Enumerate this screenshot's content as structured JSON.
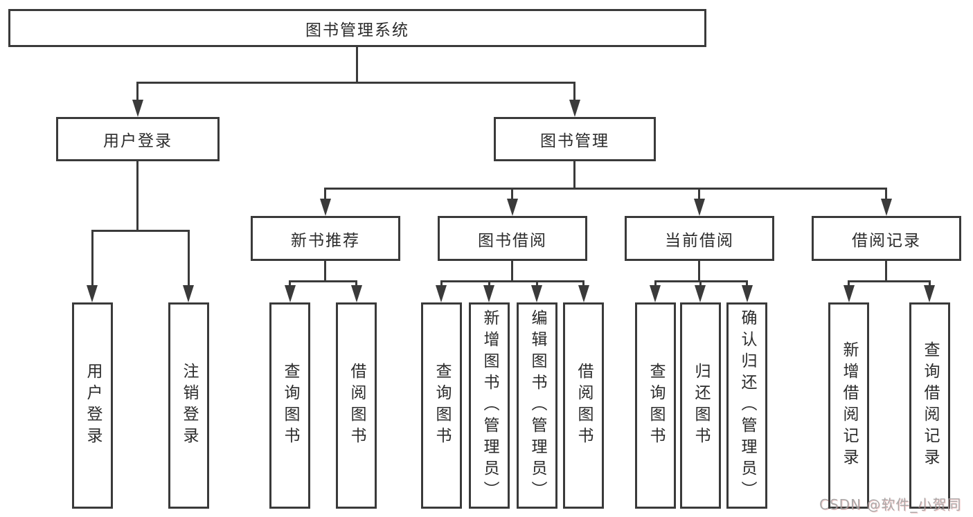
{
  "diagram": {
    "nodes": {
      "root": "图书管理系统",
      "user_login": "用户登录",
      "book_management": "图书管理",
      "new_book_recommend": "新书推荐",
      "book_borrow": "图书借阅",
      "current_borrow": "当前借阅",
      "borrow_records": "借阅记录",
      "leaf_user_login": "用户登录",
      "leaf_logout": "注销登录",
      "leaf_query_book_1": "查询图书",
      "leaf_borrow_book_1": "借阅图书",
      "leaf_query_book_2": "查询图书",
      "leaf_add_book_admin": "新增图书（管理员）",
      "leaf_edit_book_admin": "编辑图书（管理员）",
      "leaf_borrow_book_2": "借阅图书",
      "leaf_query_book_3": "查询图书",
      "leaf_return_book": "归还图书",
      "leaf_confirm_return_admin": "确认归还（管理员）",
      "leaf_add_borrow_record": "新增借阅记录",
      "leaf_query_borrow_record": "查询借阅记录"
    },
    "colors": {
      "line": "#3a3a3a",
      "border": "#3a3a3a",
      "text": "#2b2b2b",
      "background": "#ffffff",
      "watermark": "#a3a0a0"
    }
  },
  "watermark": {
    "text": "CSDN @软件_小贺同学"
  }
}
